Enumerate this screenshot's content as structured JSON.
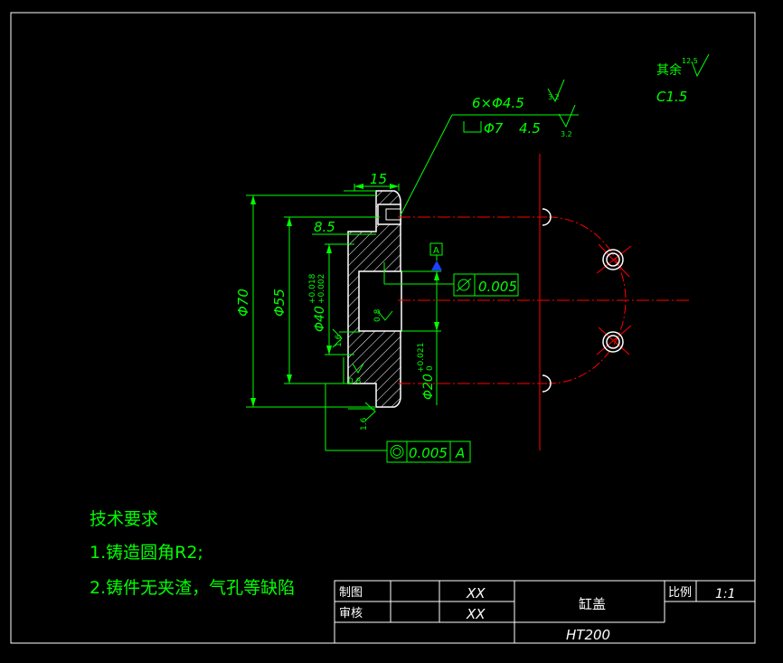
{
  "colors": {
    "background": "#000000",
    "border": "#ffffff",
    "geometry": "#ffffff",
    "dimension": "#00ff00",
    "centerline": "#ff0000",
    "datum_marker": "#2040ff"
  },
  "annotations": {
    "surface_rest_label": "其余",
    "surface_rest_value": "12.5",
    "chamfer": "C1.5",
    "hole_callout_count": "6×Φ4.5",
    "hole_callout_rough": "3.2",
    "counterbore": "Φ7",
    "counterbore_depth": "4.5",
    "counterbore_rough": "3.2",
    "datum_label": "A",
    "cylindricity_tol": "0.005",
    "runout_tol": "0.005",
    "runout_datum": "A",
    "rough_bore": "0.8",
    "rough_face_top": "1.6",
    "rough_face_bottom": "0.8",
    "rough_face_lower": "1.6"
  },
  "dimensions": {
    "width_15": "15",
    "width_8_5": "8.5",
    "dia_70": "Φ70",
    "dia_55": "Φ55",
    "dia_40": "Φ40",
    "dia_40_tol_upper": "+0.018",
    "dia_40_tol_lower": "+0.002",
    "dia_20": "Φ20",
    "dia_20_tol_upper": "+0.021",
    "dia_20_tol_lower": "0"
  },
  "notes": {
    "title": "技术要求",
    "item1": "1.铸造圆角R2;",
    "item2": "2.铸件无夹渣，气孔等缺陷"
  },
  "title_block": {
    "drawn_label": "制图",
    "drawn_value": "XX",
    "checked_label": "审核",
    "checked_value": "XX",
    "part_name": "缸盖",
    "material": "HT200",
    "scale_label": "比例",
    "scale_value": "1:1"
  }
}
